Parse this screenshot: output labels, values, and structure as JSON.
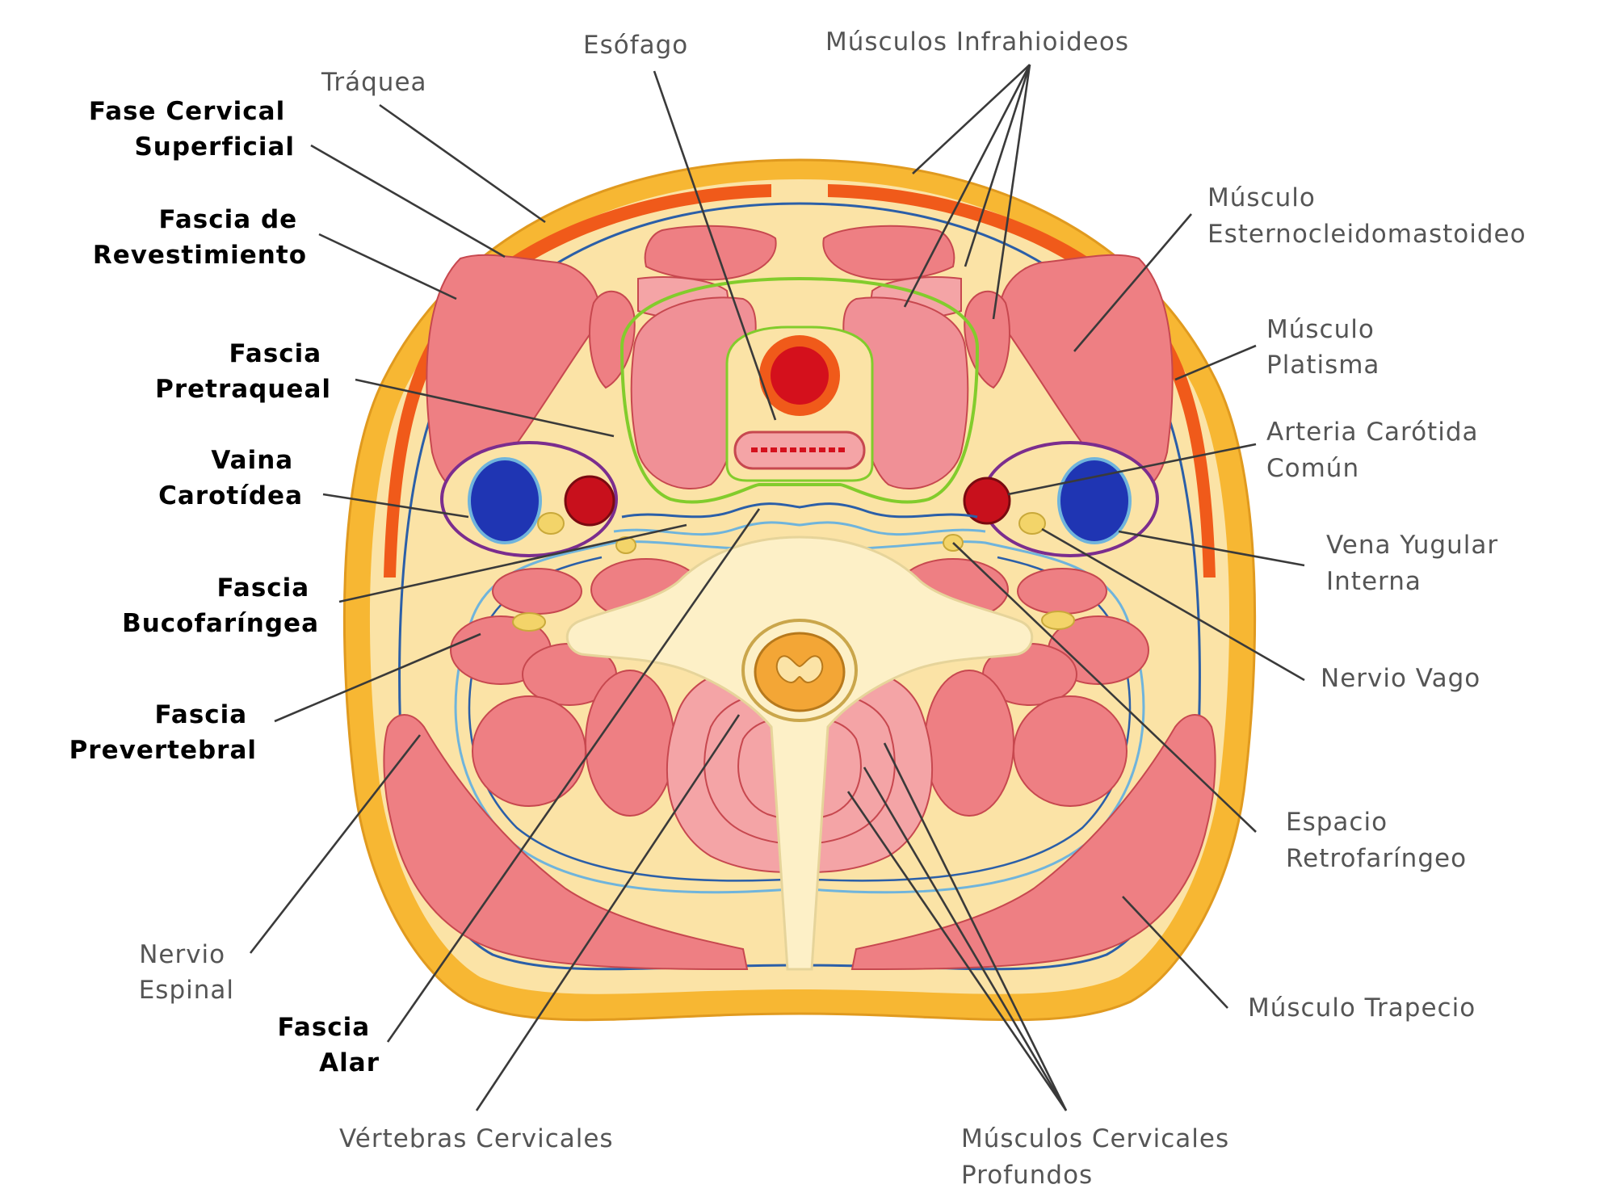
{
  "colors": {
    "skin_outer": "#f7b733",
    "superficial_fascia": "#fbe3a6",
    "platysma": "#f05a1a",
    "muscle": "#ee7f83",
    "muscle_light": "#f4a4a6",
    "muscle_edge": "#c7484f",
    "fascia_blue": "#2b5fa8",
    "fascia_light_blue": "#6fb4dc",
    "fascia_green": "#82cc2c",
    "carotid_sheath": "#7b2d8e",
    "artery": "#c8101c",
    "vein": "#1f35b3",
    "nerve": "#f3d469",
    "bone": "#fdf0c7",
    "label_text": "#555555",
    "bold_label_text": "#000000"
  },
  "labels": {
    "left": {
      "fase_cervical": [
        "Fase Cervical",
        "Superficial"
      ],
      "fascia_revestimiento": [
        "Fascia de",
        "Revestimiento"
      ],
      "fascia_pretraqueal": [
        "Fascia",
        "Pretraqueal"
      ],
      "vaina_carotidea": [
        "Vaina",
        "Carotídea"
      ],
      "fascia_bucofaringea": [
        "Fascia",
        "Bucofaríngea"
      ],
      "fascia_prevertebral": [
        "Fascia",
        "Prevertebral"
      ],
      "nervio_espinal": [
        "Nervio",
        "Espinal"
      ],
      "fascia_alar": [
        "Fascia",
        "Alar"
      ]
    },
    "top": {
      "traquea": "Tráquea",
      "esofago": "Esófago",
      "musculos_infrahioideos": "Músculos Infrahioideos"
    },
    "right": {
      "musculo_esternocleidomastoideo": [
        "Músculo",
        "Esternocleidomastoideo"
      ],
      "musculo_platisma": [
        "Músculo",
        "Platisma"
      ],
      "arteria_carotida": [
        "Arteria Carótida",
        "Común"
      ],
      "vena_yugular": [
        "Vena Yugular",
        "Interna"
      ],
      "nervio_vago": "Nervio Vago",
      "espacio_retrofaringeo": [
        "Espacio",
        "Retrofaríngeo"
      ],
      "musculo_trapecio": "Músculo Trapecio"
    },
    "bottom": {
      "vertebras_cervicales": "Vértebras Cervicales",
      "musculos_cervicales_profundos": [
        "Músculos Cervicales",
        "Profundos"
      ]
    }
  },
  "icons": [
    "neck-cross-section-illustration"
  ]
}
